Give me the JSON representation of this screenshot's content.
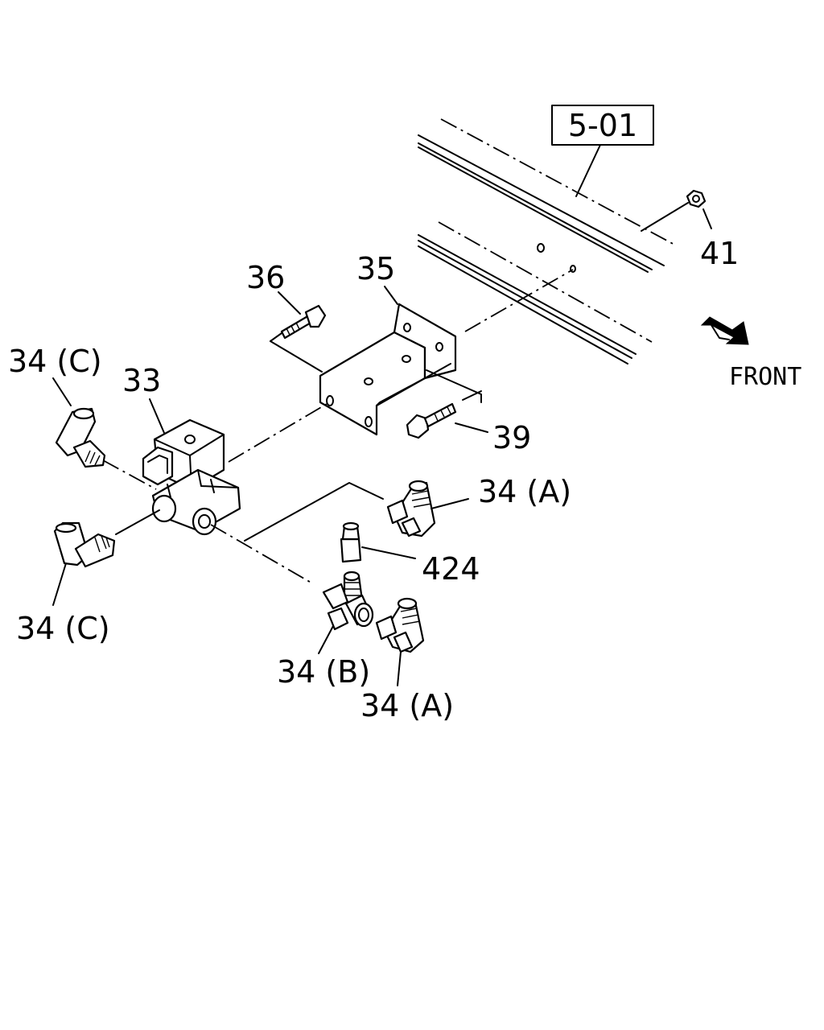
{
  "diagram": {
    "ref_box": "5-01",
    "direction": "FRONT",
    "labels": {
      "p41": "41",
      "p36": "36",
      "p35": "35",
      "p34c_top": "34 (C)",
      "p33": "33",
      "p39": "39",
      "p34a_top": "34 (A)",
      "p424": "424",
      "p34c_bottom": "34 (C)",
      "p34b": "34 (B)",
      "p34a_bottom": "34 (A)"
    }
  }
}
